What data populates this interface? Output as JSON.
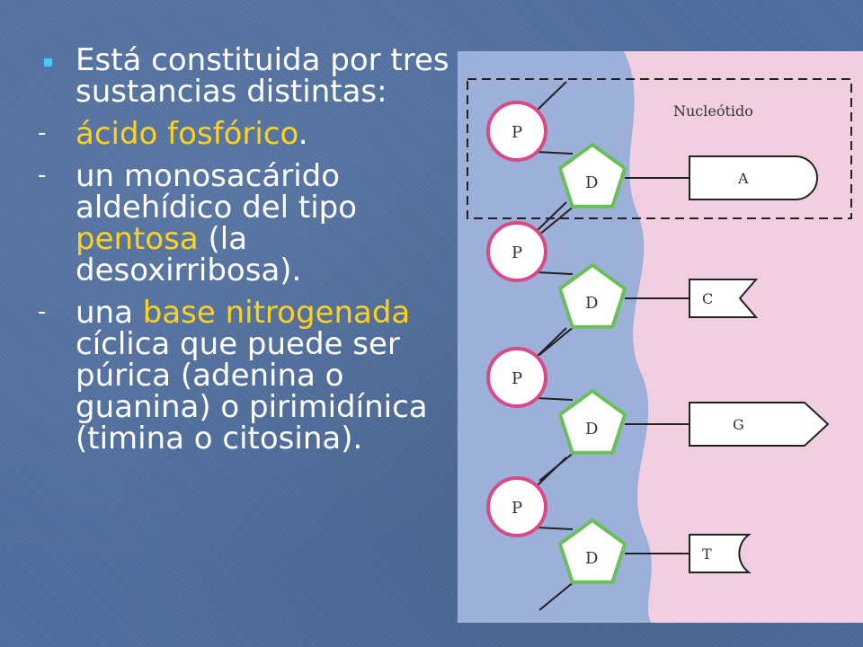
{
  "bullets": [
    {
      "type": "square",
      "parts": [
        {
          "text": "Está constituida por tres sustancias distintas:",
          "hl": false
        }
      ]
    },
    {
      "type": "dash",
      "parts": [
        {
          "text": "ácido fosfórico",
          "hl": true
        },
        {
          "text": ".",
          "hl": false
        }
      ]
    },
    {
      "type": "dash",
      "parts": [
        {
          "text": "un monosacárido aldehídico del tipo ",
          "hl": false
        },
        {
          "text": "pentosa",
          "hl": true
        },
        {
          "text": " (la desoxirribosa).",
          "hl": false
        }
      ]
    },
    {
      "type": "dash",
      "parts": [
        {
          "text": "una ",
          "hl": false
        },
        {
          "text": "base nitrogenada",
          "hl": true
        },
        {
          "text": " cíclica que puede ser púrica (adenina o guanina) o pirimidínica (timina o citosina).",
          "hl": false
        }
      ]
    }
  ],
  "diagram": {
    "box_label": "Nucleótido",
    "phosphate_label": "P",
    "sugar_label": "D",
    "bases": [
      "A",
      "C",
      "G",
      "T"
    ]
  },
  "colors": {
    "highlight": "#ffd21e",
    "phosphate_ring": "#d84a86",
    "sugar_ring": "#6bbf59",
    "backbone": "#8eaad8",
    "figure_bg": "#f2cfe0"
  }
}
